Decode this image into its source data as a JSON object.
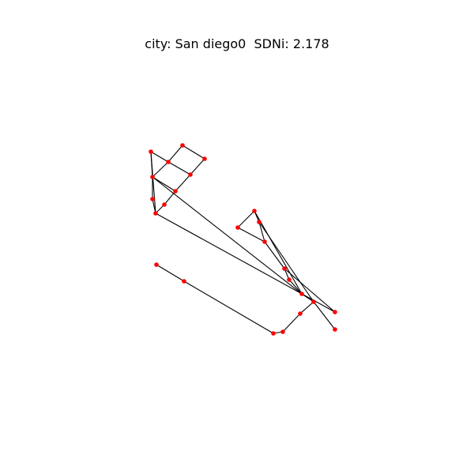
{
  "figure": {
    "title": "city: San diego0  SDNi: 2.178"
  },
  "style": {
    "node_color": "#ff0000",
    "edge_color": "#000000",
    "background": "#ffffff"
  },
  "graph": {
    "nodes": [
      "n0",
      "n1",
      "n2",
      "n3",
      "n4",
      "n5",
      "n6",
      "n7",
      "n8",
      "n9",
      "n10",
      "n11",
      "n12",
      "n13",
      "n14",
      "n15",
      "n16",
      "n17",
      "n18",
      "n19",
      "n20",
      "n21",
      "n22",
      "n23",
      "n24",
      "n25"
    ],
    "edges": [
      [
        "n0",
        "n2"
      ],
      [
        "n0",
        "n4"
      ],
      [
        "n1",
        "n2"
      ],
      [
        "n1",
        "n3"
      ],
      [
        "n2",
        "n4"
      ],
      [
        "n2",
        "n5"
      ],
      [
        "n3",
        "n5"
      ],
      [
        "n3",
        "n6"
      ],
      [
        "n4",
        "n6"
      ],
      [
        "n4",
        "n7"
      ],
      [
        "n4",
        "n8"
      ],
      [
        "n6",
        "n8"
      ],
      [
        "n7",
        "n8"
      ],
      [
        "n6",
        "n9"
      ],
      [
        "n8",
        "n10"
      ],
      [
        "n8",
        "n18"
      ],
      [
        "n9",
        "n16"
      ],
      [
        "n10",
        "n11"
      ],
      [
        "n10",
        "n12"
      ],
      [
        "n11",
        "n12"
      ],
      [
        "n11",
        "n13"
      ],
      [
        "n12",
        "n13"
      ],
      [
        "n12",
        "n14"
      ],
      [
        "n13",
        "n15"
      ],
      [
        "n14",
        "n15"
      ],
      [
        "n15",
        "n16"
      ],
      [
        "n16",
        "n17"
      ],
      [
        "n16",
        "n21"
      ],
      [
        "n17",
        "n19"
      ],
      [
        "n19",
        "n20"
      ],
      [
        "n20",
        "n22"
      ],
      [
        "n22",
        "n23"
      ]
    ]
  }
}
